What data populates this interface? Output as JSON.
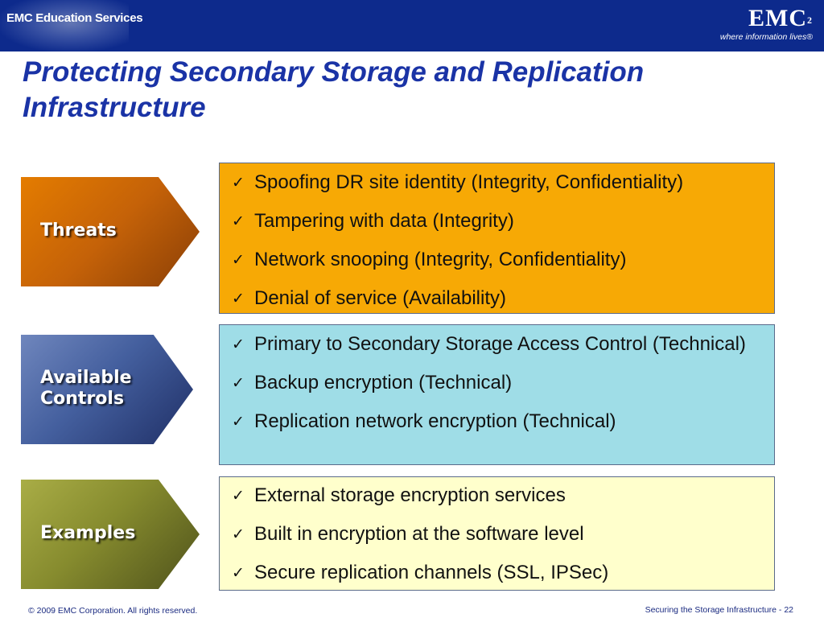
{
  "header": {
    "left_brand": "EMC Education Services",
    "logo_text": "EMC",
    "logo_superscript": "2",
    "logo_tagline": "where information lives®",
    "colors": {
      "bar": "#0d2a8c"
    }
  },
  "title": "Protecting Secondary Storage and Replication Infrastructure",
  "sections": {
    "threats": {
      "label": "Threats",
      "items": [
        "Spoofing DR site identity (Integrity, Confidentiality)",
        "Tampering with data (Integrity)",
        "Network snooping (Integrity, Confidentiality)",
        "Denial of service (Availability)"
      ]
    },
    "controls": {
      "label_line1": "Available",
      "label_line2": "Controls",
      "items": [
        "Primary to Secondary Storage Access Control (Technical)",
        "Backup encryption (Technical)",
        "Replication network encryption (Technical)"
      ]
    },
    "examples": {
      "label": "Examples",
      "items": [
        "External storage encryption services",
        "Built in encryption at the software level",
        "Secure replication channels (SSL, IPSec)"
      ]
    }
  },
  "check_glyph": "✓",
  "footer": {
    "copyright": "© 2009 EMC Corporation. All rights reserved.",
    "course": "Securing the Storage Infrastructure  - 22"
  }
}
